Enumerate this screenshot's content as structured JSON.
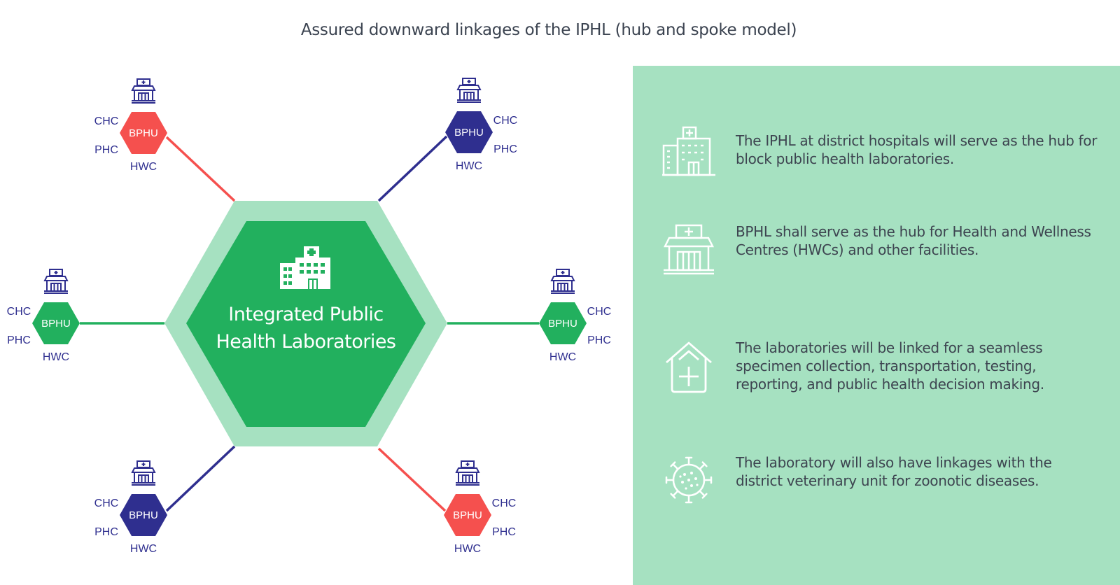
{
  "title": "Assured downward linkages of the IPHL (hub and spoke model)",
  "hub": {
    "line1": "Integrated Public",
    "line2": "Health Laboratories",
    "icon": "hospital-building-icon"
  },
  "spokes": [
    {
      "id": "top-left",
      "hub_label": "BPHU",
      "chc": "CHC",
      "phc": "PHC",
      "hwc": "HWC",
      "color": "#f5504e",
      "icon": "health-centre-icon"
    },
    {
      "id": "top-right",
      "hub_label": "BPHU",
      "chc": "CHC",
      "phc": "PHC",
      "hwc": "HWC",
      "color": "#2f2f8f",
      "icon": "health-centre-icon"
    },
    {
      "id": "middle-left",
      "hub_label": "BPHU",
      "chc": "CHC",
      "phc": "PHC",
      "hwc": "HWC",
      "color": "#22b05e",
      "icon": "health-centre-icon"
    },
    {
      "id": "middle-right",
      "hub_label": "BPHU",
      "chc": "CHC",
      "phc": "PHC",
      "hwc": "HWC",
      "color": "#22b05e",
      "icon": "health-centre-icon"
    },
    {
      "id": "bottom-left",
      "hub_label": "BPHU",
      "chc": "CHC",
      "phc": "PHC",
      "hwc": "HWC",
      "color": "#2f2f8f",
      "icon": "health-centre-icon"
    },
    {
      "id": "bottom-right",
      "hub_label": "BPHU",
      "chc": "CHC",
      "phc": "PHC",
      "hwc": "HWC",
      "color": "#f5504e",
      "icon": "health-centre-icon"
    }
  ],
  "colors": {
    "hub_outer": "#a6e1c1",
    "hub_inner": "#22b05e",
    "panel_bg": "#a6e1c1",
    "label_text": "#2f2f8f"
  },
  "info": [
    {
      "icon": "district-hospital-icon",
      "text": "The IPHL at district hospitals will serve as the hub for block public health laboratories."
    },
    {
      "icon": "health-centre-icon",
      "text": "BPHL shall serve as the hub for Health and Wellness Centres (HWCs) and other facilities."
    },
    {
      "icon": "home-plus-icon",
      "text": "The laboratories will be linked for a seamless specimen collection, transportation, testing, reporting, and public health decision making."
    },
    {
      "icon": "virus-icon",
      "text": "The laboratory will also have linkages with the district veterinary unit for zoonotic diseases."
    }
  ]
}
